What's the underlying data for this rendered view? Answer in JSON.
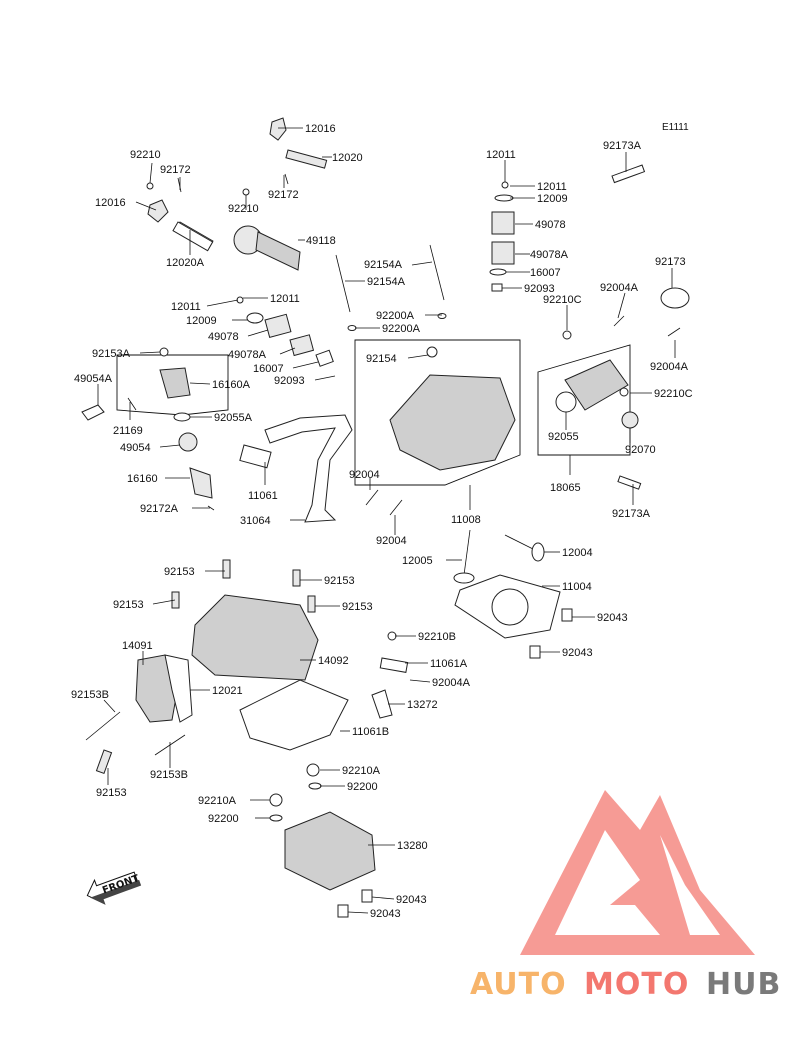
{
  "diagram": {
    "ref_code": "E1111",
    "front_label": "FRONT",
    "watermark": {
      "auto": "AUTO",
      "moto": "MOTO",
      "hub": "HUB",
      "colors": {
        "auto": "#f7b46a",
        "moto": "#f3776f",
        "hub": "#7a7a7a",
        "logo": "#f48a82"
      }
    },
    "labels": [
      {
        "id": "l0",
        "text": "12016"
      },
      {
        "id": "l1",
        "text": "92210"
      },
      {
        "id": "l2",
        "text": "92172"
      },
      {
        "id": "l3",
        "text": "12020"
      },
      {
        "id": "l4",
        "text": "12016"
      },
      {
        "id": "l5",
        "text": "92172"
      },
      {
        "id": "l6",
        "text": "92210"
      },
      {
        "id": "l7",
        "text": "49118"
      },
      {
        "id": "l8",
        "text": "12020A"
      },
      {
        "id": "l9",
        "text": "12011"
      },
      {
        "id": "l10",
        "text": "12011"
      },
      {
        "id": "l11",
        "text": "12009"
      },
      {
        "id": "l12",
        "text": "49078"
      },
      {
        "id": "l13",
        "text": "49078A"
      },
      {
        "id": "l14",
        "text": "16007"
      },
      {
        "id": "l15",
        "text": "92093"
      },
      {
        "id": "l16",
        "text": "92173A"
      },
      {
        "id": "l17",
        "text": "92173"
      },
      {
        "id": "l18",
        "text": "92154A"
      },
      {
        "id": "l19",
        "text": "92154A"
      },
      {
        "id": "l20",
        "text": "12011"
      },
      {
        "id": "l21",
        "text": "12011"
      },
      {
        "id": "l22",
        "text": "12009"
      },
      {
        "id": "l23",
        "text": "92200A"
      },
      {
        "id": "l24",
        "text": "92200A"
      },
      {
        "id": "l25",
        "text": "49078"
      },
      {
        "id": "l26",
        "text": "49078A"
      },
      {
        "id": "l27",
        "text": "16007"
      },
      {
        "id": "l28",
        "text": "92093"
      },
      {
        "id": "l29",
        "text": "92004A"
      },
      {
        "id": "l30",
        "text": "92210C"
      },
      {
        "id": "l31",
        "text": "92004A"
      },
      {
        "id": "l32",
        "text": "92153A"
      },
      {
        "id": "l33",
        "text": "92154"
      },
      {
        "id": "l34",
        "text": "49054A"
      },
      {
        "id": "l35",
        "text": "16160A"
      },
      {
        "id": "l36",
        "text": "92210C"
      },
      {
        "id": "l37",
        "text": "21169"
      },
      {
        "id": "l38",
        "text": "92055A"
      },
      {
        "id": "l39",
        "text": "92055"
      },
      {
        "id": "l40",
        "text": "92070"
      },
      {
        "id": "l41",
        "text": "49054"
      },
      {
        "id": "l42",
        "text": "16160"
      },
      {
        "id": "l43",
        "text": "11061"
      },
      {
        "id": "l44",
        "text": "92004"
      },
      {
        "id": "l45",
        "text": "18065"
      },
      {
        "id": "l46",
        "text": "92172A"
      },
      {
        "id": "l47",
        "text": "92173A"
      },
      {
        "id": "l48",
        "text": "31064"
      },
      {
        "id": "l49",
        "text": "11008"
      },
      {
        "id": "l50",
        "text": "92004"
      },
      {
        "id": "l51",
        "text": "12005"
      },
      {
        "id": "l52",
        "text": "12004"
      },
      {
        "id": "l53",
        "text": "92153"
      },
      {
        "id": "l54",
        "text": "92153"
      },
      {
        "id": "l55",
        "text": "11004"
      },
      {
        "id": "l56",
        "text": "92153"
      },
      {
        "id": "l57",
        "text": "92153"
      },
      {
        "id": "l58",
        "text": "92043"
      },
      {
        "id": "l59",
        "text": "92210B"
      },
      {
        "id": "l60",
        "text": "14091"
      },
      {
        "id": "l61",
        "text": "92043"
      },
      {
        "id": "l62",
        "text": "14092"
      },
      {
        "id": "l63",
        "text": "11061A"
      },
      {
        "id": "l64",
        "text": "92004A"
      },
      {
        "id": "l65",
        "text": "92153B"
      },
      {
        "id": "l66",
        "text": "12021"
      },
      {
        "id": "l67",
        "text": "13272"
      },
      {
        "id": "l68",
        "text": "11061B"
      },
      {
        "id": "l69",
        "text": "92153B"
      },
      {
        "id": "l70",
        "text": "92153"
      },
      {
        "id": "l71",
        "text": "92210A"
      },
      {
        "id": "l72",
        "text": "92200"
      },
      {
        "id": "l73",
        "text": "92210A"
      },
      {
        "id": "l74",
        "text": "92200"
      },
      {
        "id": "l75",
        "text": "13280"
      },
      {
        "id": "l76",
        "text": "92043"
      },
      {
        "id": "l77",
        "text": "92043"
      }
    ]
  }
}
